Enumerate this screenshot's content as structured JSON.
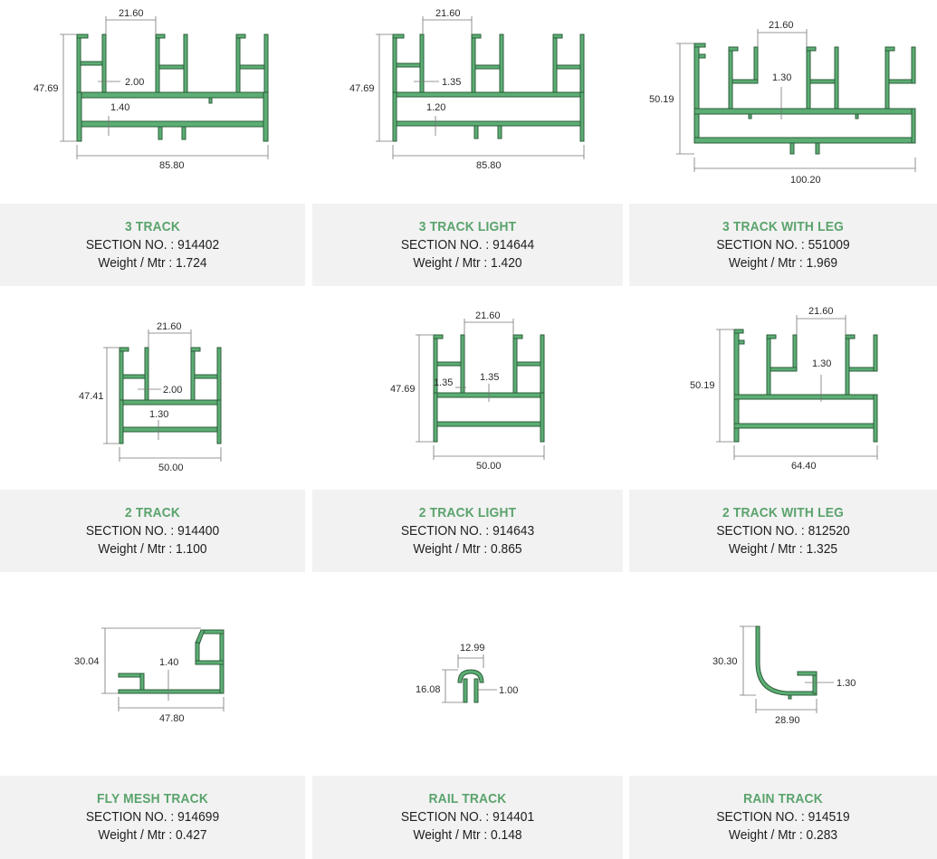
{
  "colors": {
    "profile": "#5cae74",
    "profile_outline": "#2c5d3a",
    "title": "#5aa36c",
    "caption_bg": "#f2f2f2"
  },
  "products": [
    {
      "title": "3 TRACK",
      "section": "SECTION NO. : 914402",
      "weight": "Weight / Mtr : 1.724",
      "dims": {
        "top": "21.60",
        "height": "47.69",
        "gap": "2.00",
        "wall": "1.40",
        "width": "85.80"
      }
    },
    {
      "title": "3 TRACK LIGHT",
      "section": "SECTION NO. : 914644",
      "weight": "Weight / Mtr : 1.420",
      "dims": {
        "top": "21.60",
        "height": "47.69",
        "gap": "1.35",
        "wall": "1.20",
        "width": "85.80"
      }
    },
    {
      "title": "3 TRACK WITH LEG",
      "section": "SECTION NO. : 551009",
      "weight": "Weight / Mtr : 1.969",
      "dims": {
        "top": "21.60",
        "height": "50.19",
        "wall": "1.30",
        "width": "100.20"
      }
    },
    {
      "title": "2 TRACK",
      "section": "SECTION NO. : 914400",
      "weight": "Weight / Mtr : 1.100",
      "dims": {
        "top": "21.60",
        "height": "47.41",
        "gap": "2.00",
        "wall": "1.30",
        "width": "50.00"
      }
    },
    {
      "title": "2 TRACK LIGHT",
      "section": "SECTION NO. : 914643",
      "weight": "Weight / Mtr : 0.865",
      "dims": {
        "top": "21.60",
        "height": "47.69",
        "gap": "1.35",
        "wall": "1.35",
        "width": "50.00"
      }
    },
    {
      "title": "2 TRACK WITH LEG",
      "section": "SECTION NO. : 812520",
      "weight": "Weight / Mtr : 1.325",
      "dims": {
        "top": "21.60",
        "height": "50.19",
        "wall": "1.30",
        "width": "64.40"
      }
    },
    {
      "title": "FLY MESH TRACK",
      "section": "SECTION NO. : 914699",
      "weight": "Weight / Mtr : 0.427",
      "dims": {
        "height": "30.04",
        "wall": "1.40",
        "width": "47.80"
      }
    },
    {
      "title": "RAIL TRACK",
      "section": "SECTION NO. : 914401",
      "weight": "Weight / Mtr : 0.148",
      "dims": {
        "top": "12.99",
        "height": "16.08",
        "wall": "1.00"
      }
    },
    {
      "title": "RAIN TRACK",
      "section": "SECTION NO. : 914519",
      "weight": "Weight / Mtr : 0.283",
      "dims": {
        "height": "30.30",
        "wall": "1.30",
        "width": "28.90"
      }
    }
  ]
}
